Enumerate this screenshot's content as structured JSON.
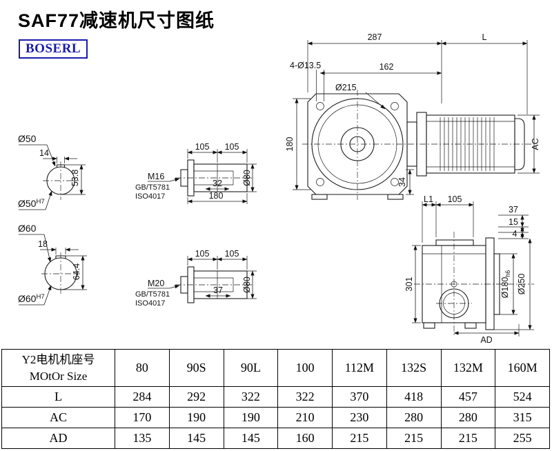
{
  "header": {
    "title": "SAF77减速机尺寸图纸",
    "logo": "BOSERL"
  },
  "main_view": {
    "w287": "287",
    "L": "L",
    "holes": "4-Ø13.5",
    "w162": "162",
    "d215": "Ø215",
    "h180": "180",
    "h34": "34",
    "AC": "AC"
  },
  "bore50": {
    "od": "Ø50",
    "key_w": "14",
    "key_h": "53.8",
    "bore": "Ø50",
    "tol": "H7"
  },
  "bore60": {
    "od": "Ø60",
    "key_w": "18",
    "key_h": "64.4",
    "bore": "Ø60",
    "tol": "H7"
  },
  "shaft16": {
    "seg1": "105",
    "seg2": "105",
    "thread": "M16",
    "gb": "GB/T5781",
    "iso": "ISO4017",
    "len32": "32",
    "len180": "180",
    "d80": "Ø80"
  },
  "shaft20": {
    "seg1": "105",
    "seg2": "105",
    "thread": "M20",
    "gb": "GB/T5781",
    "iso": "ISO4017",
    "len37": "37",
    "d80": "Ø80"
  },
  "side_view": {
    "L1": "L1",
    "w105": "105",
    "t37": "37",
    "t15": "15",
    "t4": "4",
    "h301": "301",
    "d180": "Ø180",
    "d180tol": "h6",
    "d250": "Ø250",
    "AD": "AD"
  },
  "table": {
    "header_cn": "Y2电机机座号",
    "header_en": "MOtOr Size",
    "sizes": [
      "80",
      "90S",
      "90L",
      "100",
      "112M",
      "132S",
      "132M",
      "160M"
    ],
    "rows": [
      {
        "label": "L",
        "values": [
          "284",
          "292",
          "322",
          "322",
          "370",
          "418",
          "457",
          "524"
        ]
      },
      {
        "label": "AC",
        "values": [
          "170",
          "190",
          "190",
          "210",
          "230",
          "280",
          "280",
          "315"
        ]
      },
      {
        "label": "AD",
        "values": [
          "135",
          "145",
          "145",
          "160",
          "215",
          "215",
          "215",
          "255"
        ]
      }
    ]
  }
}
